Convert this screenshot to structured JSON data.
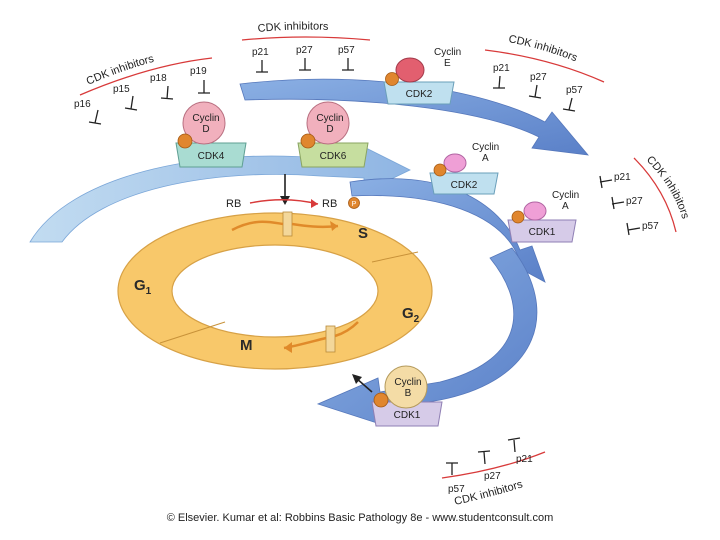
{
  "colors": {
    "arrow_light": "#a9cbe9",
    "arrow_dark": "#6d93d2",
    "ring": "#f8c86a",
    "ring_edge": "#d7a146",
    "cyclin_pink": "#f1b0bd",
    "cyclin_b": "#f4dca6",
    "cdk_teal": "#a9dcd2",
    "cdk_green": "#c6de9f",
    "cdk_blue": "#bfe0ef",
    "cdk_lilac": "#d6cbe8",
    "phosphate": "#e0862e",
    "inhibitor_line": "#d83a3a"
  },
  "inhibitor_groups": [
    {
      "title": "CDK inhibitors",
      "members": [
        "p16",
        "p15",
        "p18",
        "p19"
      ]
    },
    {
      "title": "CDK inhibitors",
      "members": [
        "p21",
        "p27",
        "p57"
      ]
    },
    {
      "title": "CDK inhibitors",
      "members": [
        "p21",
        "p27",
        "p57"
      ]
    },
    {
      "title": "CDK inhibitors",
      "members": [
        "p21",
        "p27",
        "p57"
      ]
    },
    {
      "title": "CDK inhibitors",
      "members": [
        "p57",
        "p27",
        "p21"
      ]
    }
  ],
  "complexes": [
    {
      "cyclin": "Cyclin D",
      "cdk": "CDK4"
    },
    {
      "cyclin": "Cyclin D",
      "cdk": "CDK6"
    },
    {
      "cyclin": "Cyclin E",
      "cdk": "CDK2"
    },
    {
      "cyclin": "Cyclin A",
      "cdk": "CDK2"
    },
    {
      "cyclin": "Cyclin A",
      "cdk": "CDK1"
    },
    {
      "cyclin": "Cyclin B",
      "cdk": "CDK1"
    }
  ],
  "rb": {
    "unphosphorylated": "RB",
    "phosphorylated": "RB",
    "phosphate_symbol": "P"
  },
  "phases": {
    "g1": "G",
    "g1_sub": "1",
    "s": "S",
    "g2": "G",
    "g2_sub": "2",
    "m": "M"
  },
  "credit": "© Elsevier. Kumar et al: Robbins Basic Pathology 8e - www.studentconsult.com"
}
